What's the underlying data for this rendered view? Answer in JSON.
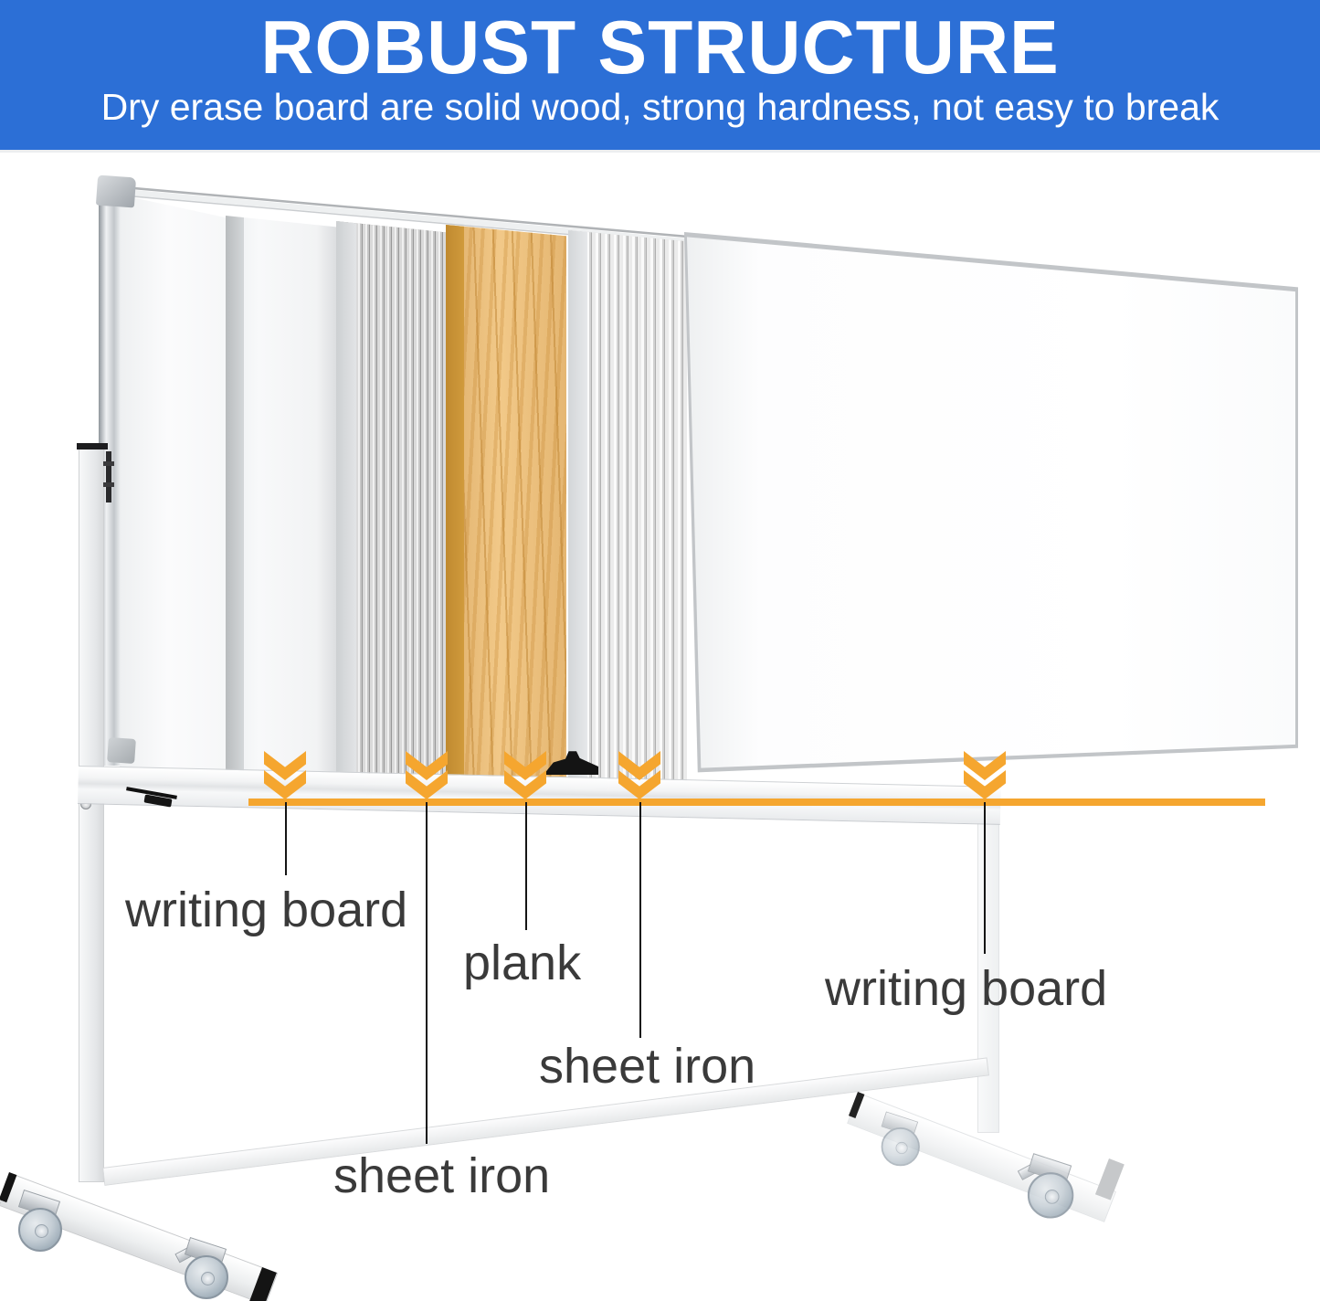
{
  "banner": {
    "title": "ROBUST STRUCTURE",
    "subtitle": "Dry erase board are solid wood, strong hardness, not easy to break"
  },
  "diagram": {
    "labels": [
      {
        "id": "writing-board-left",
        "text": "writing board"
      },
      {
        "id": "plank",
        "text": "plank"
      },
      {
        "id": "sheet-iron-right",
        "text": "sheet iron"
      },
      {
        "id": "writing-board-right",
        "text": "writing board"
      },
      {
        "id": "sheet-iron-bottom",
        "text": "sheet iron"
      }
    ],
    "layer_parts": [
      "framed whiteboard",
      "writing board",
      "sheet iron",
      "plank",
      "sheet iron",
      "writing board"
    ]
  },
  "theme": {
    "banner-bg": "#2C6FD6",
    "banner-text": "#FFFFFF",
    "accent": "#F5A62F",
    "label-color": "#3A3A3A",
    "wood-color": "#EDBE7A",
    "wood-edge": "#C08A30"
  }
}
